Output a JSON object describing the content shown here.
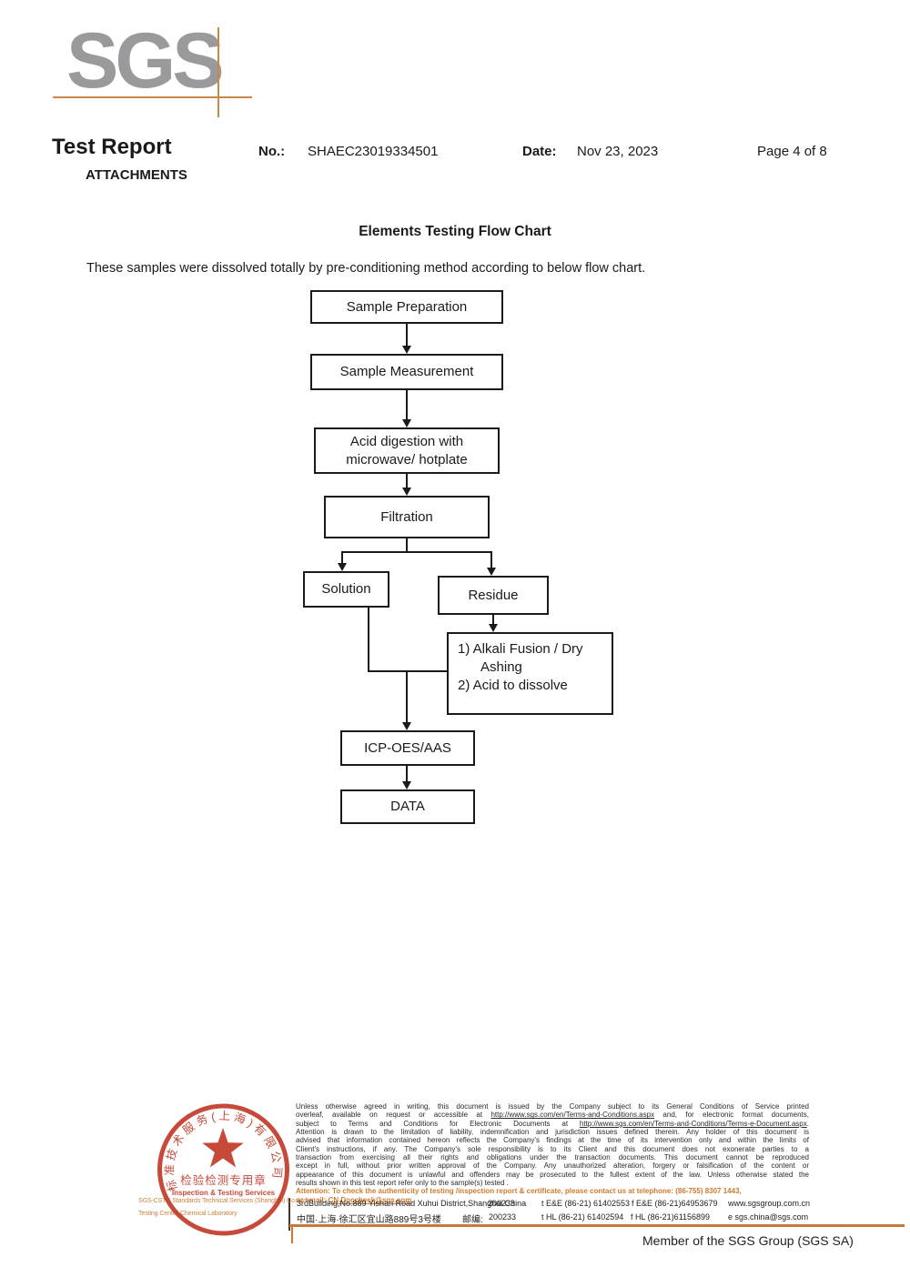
{
  "header": {
    "logo_text": "SGS",
    "title": "Test Report",
    "no_label": "No.:",
    "no_value": "SHAEC23019334501",
    "date_label": "Date:",
    "date_value": "Nov 23, 2023",
    "page_info": "Page 4 of 8",
    "attachments_label": "ATTACHMENTS",
    "logo_color": "#9a9a9c",
    "accent_color": "#c9884a"
  },
  "flowchart": {
    "title": "Elements Testing Flow Chart",
    "intro": "These samples were dissolved totally by pre-conditioning method according to below flow chart.",
    "nodes": {
      "prep": "Sample Preparation",
      "measure": "Sample Measurement",
      "digest": "Acid digestion with\nmicrowave/ hotplate",
      "filtration": "Filtration",
      "solution": "Solution",
      "residue": "Residue",
      "alkali": "1) Alkali Fusion / Dry\n      Ashing\n2) Acid to dissolve",
      "icp": "ICP-OES/AAS",
      "data": "DATA"
    }
  },
  "footer": {
    "stamp": {
      "ring_text": "标准技术服务(上海)有限公司",
      "cn_label": "检验检测专用章",
      "en_label": "Inspection & Testing Services",
      "color": "#c23a2a"
    },
    "company_line1": "SGS-CSTC Standards Technical Services (Shanghai) Co.,Ltd.",
    "company_line2": "Testing Center-Chemical Laboratory",
    "legal": {
      "l1": "Unless otherwise agreed in writing, this document is issued by the Company subject to its General Conditions of Service printed",
      "l2_pre": "overleaf, available on request or accessible at ",
      "l2_link": "http://www.sgs.com/en/Terms-and-Conditions.aspx",
      "l2_post": " and, for electronic format documents,",
      "l3_pre": "subject to Terms and Conditions for Electronic Documents at ",
      "l3_link": "http://www.sgs.com/en/Terms-and-Conditions/Terms-e-Document.aspx",
      "l3_post": ".",
      "l4": "Attention is drawn to the limitation of liability, indemnification and jurisdiction issues defined therein. Any holder of this document is",
      "l5": "advised that information contained hereon reflects the Company's findings at the time of its intervention only and within the limits of",
      "l6": "Client's instructions, if any. The Company's sole responsibility is to its Client and this document does not exonerate parties to a",
      "l7": "transaction from exercising all their rights and obligations under the transaction documents. This document cannot be reproduced",
      "l8": "except in full, without prior written approval of the Company. Any unauthorized alteration, forgery or falsification of the content or",
      "l9": "appearance of this document is unlawful and offenders may be prosecuted to the fullest extent of the law. Unless otherwise stated the",
      "l10": "results shown in this test report refer only to the sample(s) tested ."
    },
    "attention": {
      "line1": "Attention: To check the authenticity of testing /inspection report & certificate, please contact us at telephone: (86-755) 8307 1443,",
      "line2_pre": "or email: ",
      "line2_link": "CN.Doccheck@sgs.com"
    },
    "address": {
      "en": "3rdBuilding,No.889 Yishan Road Xuhui District,Shanghai China",
      "en_zip": "200233",
      "cn": "中国·上海·徐汇区宜山路889号3号楼",
      "cn_zip_label": "邮编:",
      "cn_zip": "200233",
      "tel1": "t E&E (86-21) 61402553",
      "fax1": "f E&E (86-21)64953679",
      "web": "www.sgsgroup.com.cn",
      "tel2": "t HL (86-21) 61402594",
      "fax2": "f HL (86-21)61156899",
      "email": "e  sgs.china@sgs.com"
    },
    "member": "Member of the SGS Group (SGS SA)"
  }
}
